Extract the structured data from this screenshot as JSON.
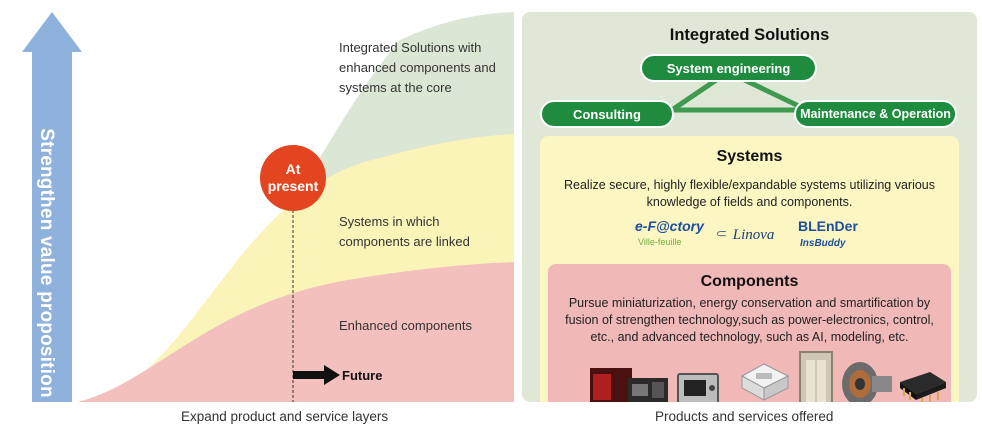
{
  "left": {
    "axis_label": "Strengthen value proposition",
    "stages": {
      "integrated": "Integrated Solutions with enhanced components and systems at the core",
      "systems": "Systems in which components are linked",
      "components": "Enhanced components"
    },
    "present_label_line1": "At",
    "present_label_line2": "present",
    "future_label": "Future",
    "caption": "Expand product and service layers"
  },
  "right": {
    "title": "Integrated Solutions",
    "pills": {
      "system_engineering": "System engineering",
      "consulting": "Consulting",
      "maintenance": "Maintenance & Operation"
    },
    "systems": {
      "title": "Systems",
      "description": "Realize secure, highly flexible/expandable systems utilizing various knowledge of fields and components.",
      "logos": {
        "efactory": "e-F@ctory",
        "villefeuille": "Ville-feuille",
        "linova": "Linova",
        "blender": "BLEnDer",
        "insbuddy": "InsBuddy"
      }
    },
    "components": {
      "title": "Components",
      "description": "Pursue miniaturization, energy conservation and smartification by fusion of strengthen technology,such as power-electronics, control, etc., and advanced technology, such as AI, modeling, etc."
    },
    "caption": "Products and services offered"
  },
  "colors": {
    "arrow": "#8fb2dc",
    "green_layer": "#dce6d5",
    "yellow_layer": "#faf4b8",
    "pink_layer": "#f3c0bd",
    "present_circle": "#e2451f",
    "pill_green": "#1e8b3e",
    "panel_bg": "#dfe7d6",
    "systems_bg": "#fbf6c2",
    "components_bg": "#f0b8b6"
  },
  "icons": [
    "up-arrow-icon",
    "right-arrow-icon",
    "product-image-icons"
  ]
}
